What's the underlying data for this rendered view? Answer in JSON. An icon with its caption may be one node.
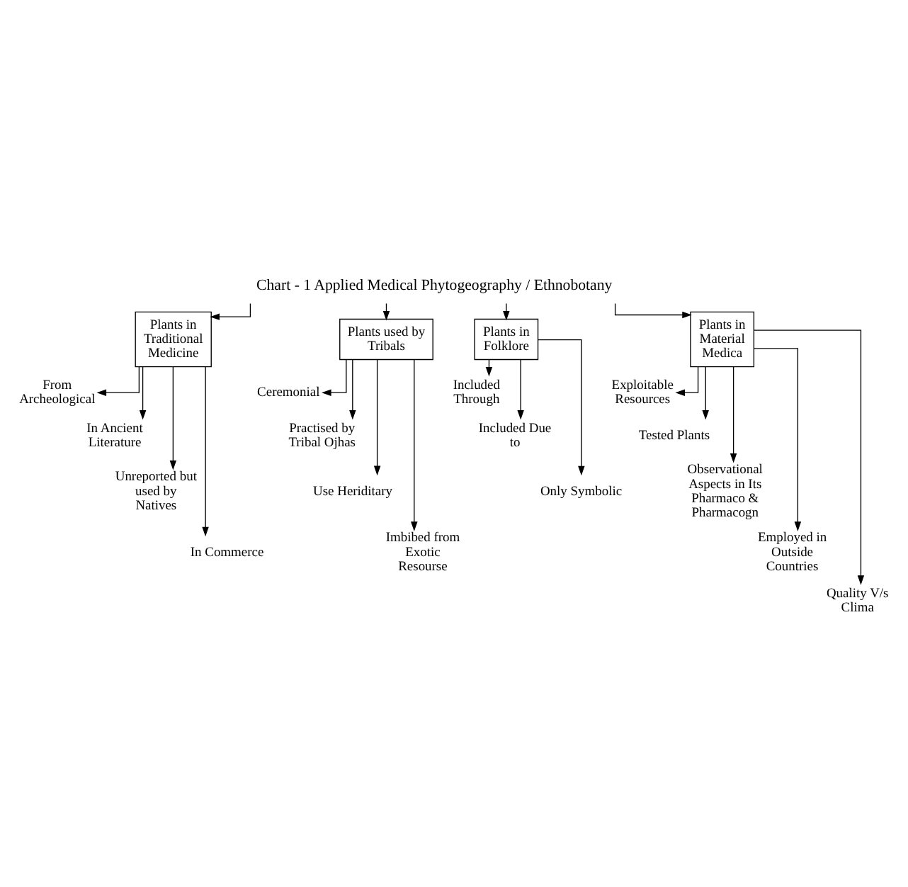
{
  "diagram": {
    "nodes": [
      {
        "text": [
          "Chart - 1 Applied Medical Phytogeography / Ethnobotany"
        ]
      },
      {
        "text": [
          "Plants in Traditional Medicine"
        ]
      },
      {
        "text": [
          "From Archeological"
        ]
      },
      {
        "text": [
          "In Ancient Literature"
        ]
      },
      {
        "text": [
          "Unreported but used by Natives"
        ]
      },
      {
        "text": [
          "In Commerce"
        ]
      },
      {
        "text": [
          "Plants used by Tribals"
        ]
      },
      {
        "text": [
          "Ceremonial"
        ]
      },
      {
        "text": [
          "Practised by Tribal Ojhas"
        ]
      },
      {
        "text": [
          "Use Heriditary"
        ]
      },
      {
        "text": [
          "Imbibed from Exotic Resourse"
        ]
      },
      {
        "text": [
          "Plants in Folklore"
        ]
      },
      {
        "text": [
          "Included Through"
        ]
      },
      {
        "text": [
          "Included Due to"
        ]
      },
      {
        "text": [
          "Only Symbolic"
        ]
      },
      {
        "text": [
          "Plants in Material Medica"
        ]
      },
      {
        "text": [
          "Exploitable Resources"
        ]
      },
      {
        "text": [
          "Tested Plants"
        ]
      },
      {
        "text": [
          "Observational Aspects in Its Pharmaco & Pharmacogn"
        ]
      },
      {
        "text": [
          "Employed in Outside Countries"
        ]
      },
      {
        "text": [
          "Quality V/s Clima"
        ]
      }
    ],
    "edges": [
      {
        "from": 0,
        "to": 1,
        "arrow": "to"
      },
      {
        "from": 0,
        "to": 6,
        "arrow": "to"
      },
      {
        "from": 0,
        "to": 11,
        "arrow": "to"
      },
      {
        "from": 0,
        "to": 15,
        "arrow": "to"
      },
      {
        "from": 1,
        "to": 2,
        "arrow": "to"
      },
      {
        "from": 1,
        "to": 3,
        "arrow": "to"
      },
      {
        "from": 1,
        "to": 4,
        "arrow": "to"
      },
      {
        "from": 1,
        "to": 5,
        "arrow": "to"
      },
      {
        "from": 6,
        "to": 7,
        "arrow": "to"
      },
      {
        "from": 6,
        "to": 8,
        "arrow": "to"
      },
      {
        "from": 6,
        "to": 9,
        "arrow": "to"
      },
      {
        "from": 6,
        "to": 10,
        "arrow": "to"
      },
      {
        "from": 11,
        "to": 12,
        "arrow": "to"
      },
      {
        "from": 11,
        "to": 13,
        "arrow": "to"
      },
      {
        "from": 11,
        "to": 14,
        "arrow": "to"
      },
      {
        "from": 15,
        "to": 16,
        "arrow": "to"
      },
      {
        "from": 15,
        "to": 17,
        "arrow": "to"
      },
      {
        "from": 15,
        "to": 18,
        "arrow": "to"
      },
      {
        "from": 15,
        "to": 19,
        "arrow": "to"
      },
      {
        "from": 15,
        "to": 20,
        "arrow": "to"
      }
    ]
  }
}
